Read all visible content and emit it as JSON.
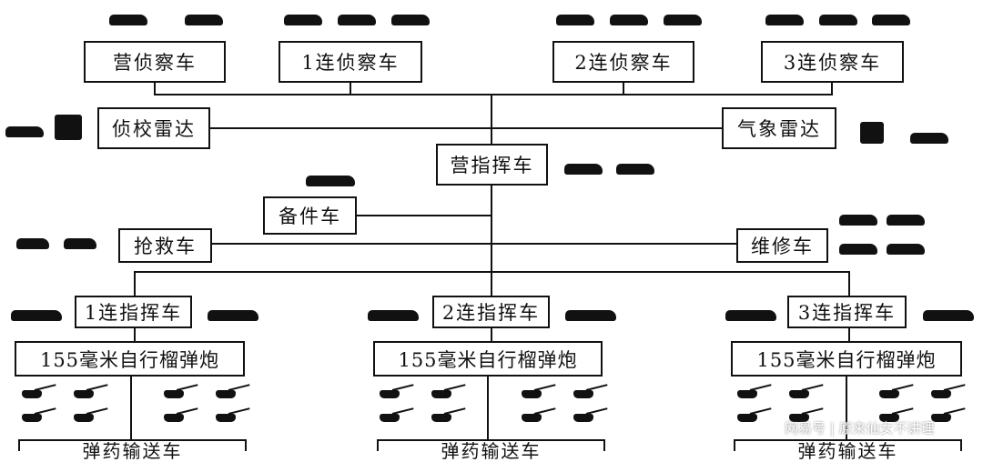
{
  "top_units": [
    "营侦察车",
    "1连侦察车",
    "2连侦察车",
    "3连侦察车"
  ],
  "radars": {
    "left": "侦校雷达",
    "right": "气象雷达"
  },
  "battalion_command": "营指挥车",
  "spare_parts": "备件车",
  "support": {
    "left": "抢救车",
    "right": "维修车"
  },
  "companies": [
    {
      "command": "1连指挥车",
      "artillery": "155毫米自行榴弹炮",
      "ammo": "弹药输送车"
    },
    {
      "command": "2连指挥车",
      "artillery": "155毫米自行榴弹炮",
      "ammo": "弹药输送车"
    },
    {
      "command": "3连指挥车",
      "artillery": "155毫米自行榴弹炮",
      "ammo": "弹药输送车"
    }
  ],
  "watermark": "网易号 | 原来仙女不讲理"
}
